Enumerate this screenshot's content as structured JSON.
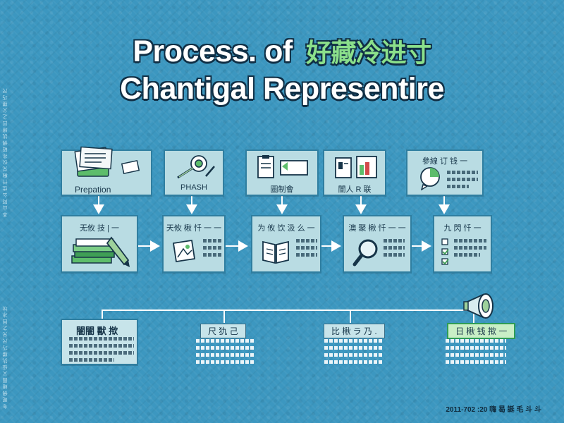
{
  "title": {
    "line1_prefix": "Process. of",
    "line1_accent": "好藏冷进寸",
    "line2": "Chantigal Representire"
  },
  "top_row": [
    {
      "label": "Prepation",
      "icon": "documents-stack-icon"
    },
    {
      "label": "PHASH",
      "icon": "target-pencil-icon"
    },
    {
      "label": "圖制會",
      "icon": "clipboard-form-icon"
    },
    {
      "label": "闇人 R 联",
      "icon": "report-chart-icon"
    },
    {
      "label": "參線 订 钱 一",
      "icon": "speech-bubble-icon"
    }
  ],
  "middle_row": [
    {
      "label": "无攸 技 | 一",
      "icon": "books-pen-icon"
    },
    {
      "label": "天攸 楸 忏 一 一",
      "icon": "document-image-icon"
    },
    {
      "label": "为 攸 饮 汲 么 一",
      "icon": "open-book-icon"
    },
    {
      "label": "澳 聚 楸 忏 一 一",
      "icon": "magnifier-icon"
    },
    {
      "label": "九 閃 忏 一",
      "icon": "checklist-icon"
    }
  ],
  "bottom_row": [
    {
      "title": "闇闇 獸 揿"
    },
    {
      "title": "尺 犰 己"
    },
    {
      "title": "比 楸 ラ 乃 ."
    },
    {
      "title": "日 楸 钱 揿 一"
    }
  ],
  "footer": "2011-702 :20 嗨 曷 誕 毛 斗 斗",
  "side_text_top": "本 山 阿 么 佳 忏 楸 兑 仪 兆 昭 佛 犹 蜊 凹 之 义 楼 巧 尺",
  "side_text_bottom": "冬 呢 佛 蜊 圊 义 佳 犰 楼 巧 尺 兑 之 回 冰 坟",
  "colors": {
    "background": "#3c97c0",
    "box_fill": "#b9dce3",
    "box_border": "#2f7ea0",
    "connector": "#ffffff",
    "accent_green": "#8be08b"
  }
}
